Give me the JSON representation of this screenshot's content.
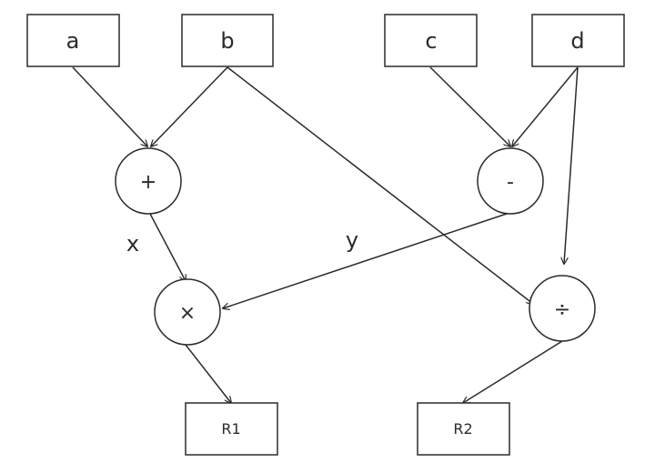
{
  "inputs": {
    "a": "a",
    "b": "b",
    "c": "c",
    "d": "d"
  },
  "operators": {
    "add": "+",
    "subtract": "-",
    "multiply": "×",
    "divide": "÷"
  },
  "outputs": {
    "r1": "R1",
    "r2": "R2"
  },
  "edge_labels": {
    "x": "x",
    "y": "y"
  },
  "colors": {
    "stroke": "#2b2b2b",
    "background": "#ffffff"
  },
  "edges": [
    {
      "from": "a",
      "to": "add"
    },
    {
      "from": "b",
      "to": "add"
    },
    {
      "from": "b",
      "to": "divide"
    },
    {
      "from": "c",
      "to": "subtract"
    },
    {
      "from": "d",
      "to": "subtract"
    },
    {
      "from": "d",
      "to": "divide"
    },
    {
      "from": "add",
      "to": "multiply",
      "label": "x"
    },
    {
      "from": "subtract",
      "to": "multiply",
      "label": "y"
    },
    {
      "from": "multiply",
      "to": "r1"
    },
    {
      "from": "divide",
      "to": "r2"
    }
  ]
}
